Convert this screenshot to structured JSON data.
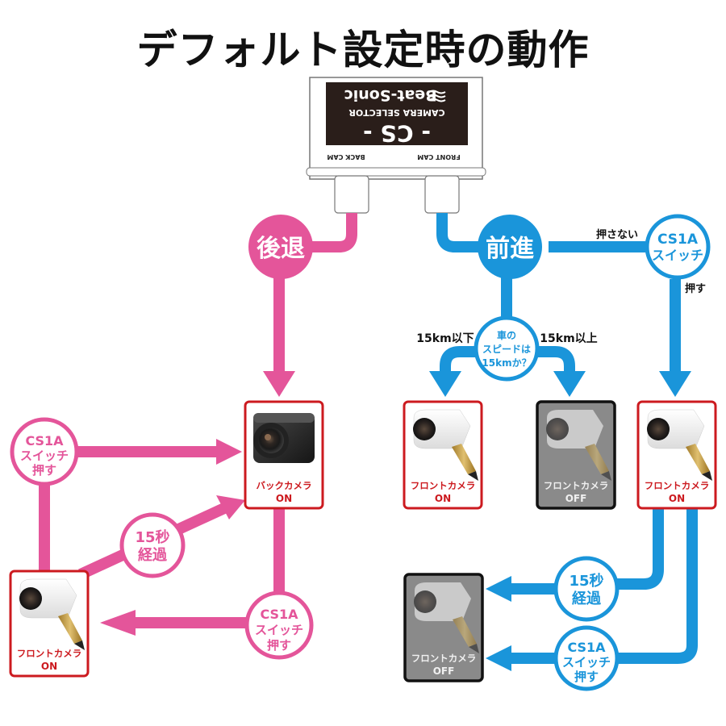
{
  "title": "デフォルト設定時の動作",
  "colors": {
    "pink": "#e4559a",
    "blue": "#1a95da",
    "red_border": "#cc1a1f",
    "dark_border": "#111111",
    "off_bg": "#8a8a8a",
    "device_label": "#1d1512"
  },
  "device": {
    "brand": "Beat-Sonic",
    "product_sub": "CAMERA SELECTOR",
    "product_name": "- CS -",
    "port_back": "BACK CAM",
    "port_front": "FRONT CAM"
  },
  "reverse": {
    "node_label": "後退",
    "back_camera": {
      "label": "バックカメラ",
      "state": "ON"
    },
    "front_camera": {
      "label": "フロントカメラ",
      "state": "ON"
    },
    "switch_node_top": [
      "CS1A",
      "スイッチ",
      "押す"
    ],
    "timer_node": [
      "15秒",
      "経過"
    ],
    "switch_node_bottom": [
      "CS1A",
      "スイッチ",
      "押す"
    ]
  },
  "forward": {
    "node_label": "前進",
    "switch_node": [
      "CS1A",
      "スイッチ"
    ],
    "not_pressed_label": "押さない",
    "pressed_label": "押す",
    "speed_node": [
      "車の",
      "スピードは",
      "15kmか？"
    ],
    "below_label": "15km以下",
    "above_label": "15km以上",
    "cam_low_speed": {
      "label": "フロントカメラ",
      "state": "ON"
    },
    "cam_high_speed": {
      "label": "フロントカメラ",
      "state": "OFF"
    },
    "cam_switch": {
      "label": "フロントカメラ",
      "state": "ON"
    },
    "cam_result": {
      "label": "フロントカメラ",
      "state": "OFF"
    },
    "timer_node": [
      "15秒",
      "経過"
    ],
    "switch_node_bottom": [
      "CS1A",
      "スイッチ",
      "押す"
    ]
  }
}
